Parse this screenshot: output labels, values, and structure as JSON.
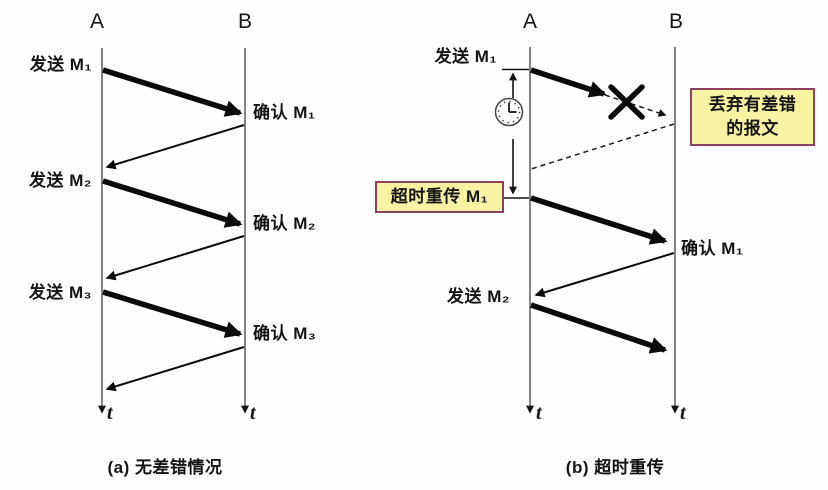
{
  "shared": {
    "host_a": "A",
    "host_b": "B",
    "time_axis": "t"
  },
  "colors": {
    "highlight_box_fill": "#f8f3a2",
    "highlight_box_border": "#8d4060",
    "arrow": "#0a0a0a",
    "lifeline": "#666666"
  },
  "icons": {
    "timer": "clock-icon",
    "packet_lost": "x-lost-icon"
  },
  "panel_a": {
    "caption": "(a) 无差错情况",
    "send_m1": "发送 M₁",
    "ack_m1": "确认 M₁",
    "send_m2": "发送 M₂",
    "ack_m2": "确认 M₂",
    "send_m3": "发送 M₃",
    "ack_m3": "确认 M₃"
  },
  "panel_b": {
    "caption": "(b) 超时重传",
    "send_m1": "发送 M₁",
    "timeout_retransmit": "超时重传 M₁",
    "discard_line1": "丢弃有差错",
    "discard_line2": "的报文",
    "ack_m1": "确认 M₁",
    "send_m2": "发送 M₂"
  }
}
